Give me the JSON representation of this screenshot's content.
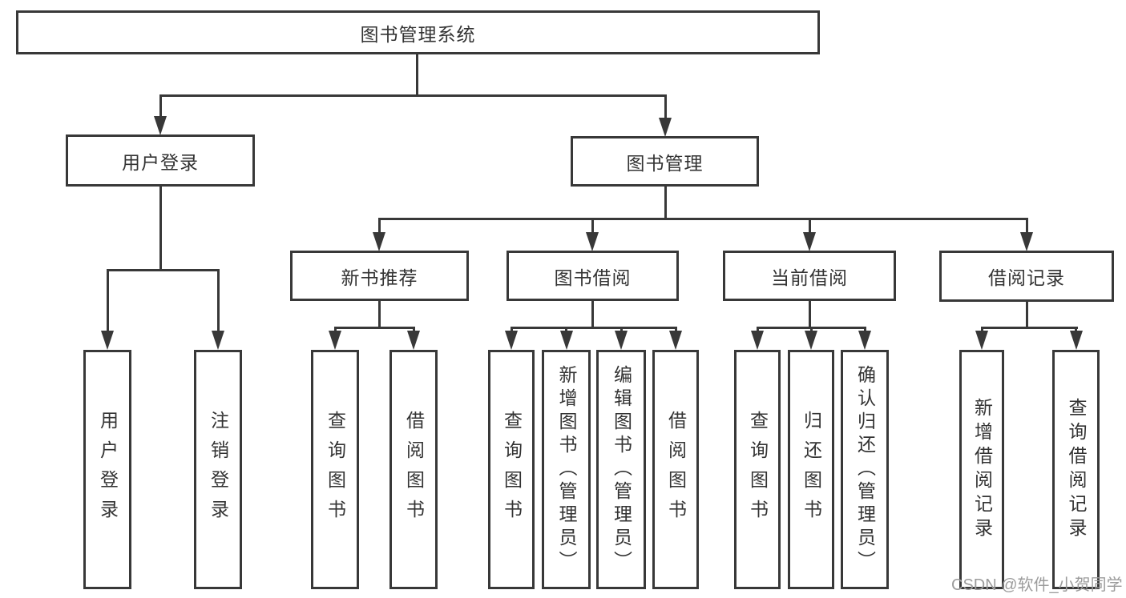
{
  "colors": {
    "line": "#383838",
    "box_border": "#383838",
    "text": "#333333",
    "watermark": "#9c9c9c",
    "background": "#ffffff"
  },
  "diagram": {
    "type": "hierarchy-tree",
    "root": {
      "label": "图书管理系统"
    },
    "branches": [
      {
        "label": "用户登录",
        "children": [
          {
            "label": "用户登录"
          },
          {
            "label": "注销登录"
          }
        ]
      },
      {
        "label": "图书管理",
        "children": [
          {
            "label": "新书推荐",
            "children": [
              {
                "label": "查询图书"
              },
              {
                "label": "借阅图书"
              }
            ]
          },
          {
            "label": "图书借阅",
            "children": [
              {
                "label": "查询图书"
              },
              {
                "label": "新增图书（管理员）"
              },
              {
                "label": "编辑图书（管理员）"
              },
              {
                "label": "借阅图书"
              }
            ]
          },
          {
            "label": "当前借阅",
            "children": [
              {
                "label": "查询图书"
              },
              {
                "label": "归还图书"
              },
              {
                "label": "确认归还（管理员）"
              }
            ]
          },
          {
            "label": "借阅记录",
            "children": [
              {
                "label": "新增借阅记录"
              },
              {
                "label": "查询借阅记录"
              }
            ]
          }
        ]
      }
    ]
  },
  "watermark": {
    "text": "CSDN @软件_小贺同学"
  }
}
